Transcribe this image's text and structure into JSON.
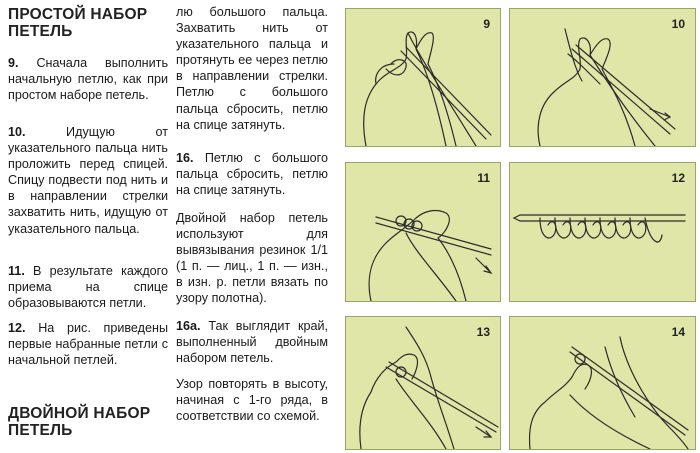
{
  "col1": {
    "heading1": "ПРОСТОЙ НАБОР ПЕТЕЛЬ",
    "p9_num": "9.",
    "p9_text": "Сначала выполнить начальную петлю, как при простом наборе петель.",
    "p10_num": "10.",
    "p10_text": "Идущую от указательного пальца нить проложить перед спицей. Спицу подвести под нить и в направлении стрелки захватить нить, идущую от указательного пальца.",
    "p11_num": "11.",
    "p11_text": "В результате каждого приема на спице образовываются петли.",
    "p12_num": "12.",
    "p12_text": "На рис. приведены первые набранные петли с начальной петлей.",
    "heading2": "ДВОЙНОЙ НАБОР ПЕТЕЛЬ"
  },
  "col2": {
    "p_cont": "лю большого пальца. Захватить нить от указательного пальца и протянуть ее через петлю в направлении стрелки. Петлю с большого пальца сбросить, петлю на спице затянуть.",
    "p16_num": "16.",
    "p16_text": "Петлю с большого пальца сбросить, петлю на спице затянуть.",
    "p_double": "Двойной набор петель используют для вывязывания резинок 1/1 (1 п. — лиц., 1 п. — изн., в изн. р. петли вязать по узору полотна).",
    "p16a_num": "16а.",
    "p16a_text": "Так выглядит край, выполненный двойным набором петель.",
    "p_pattern": "Узор повторять в высоту, начиная с 1-го ряда, в соответствии со схемой."
  },
  "figures": [
    {
      "label": "9"
    },
    {
      "label": "10"
    },
    {
      "label": "11"
    },
    {
      "label": "12"
    },
    {
      "label": "13"
    },
    {
      "label": "14"
    }
  ],
  "colors": {
    "panel_bg": "#dfe6a8",
    "panel_border": "#9aa56a",
    "line": "#2b2b2b"
  }
}
